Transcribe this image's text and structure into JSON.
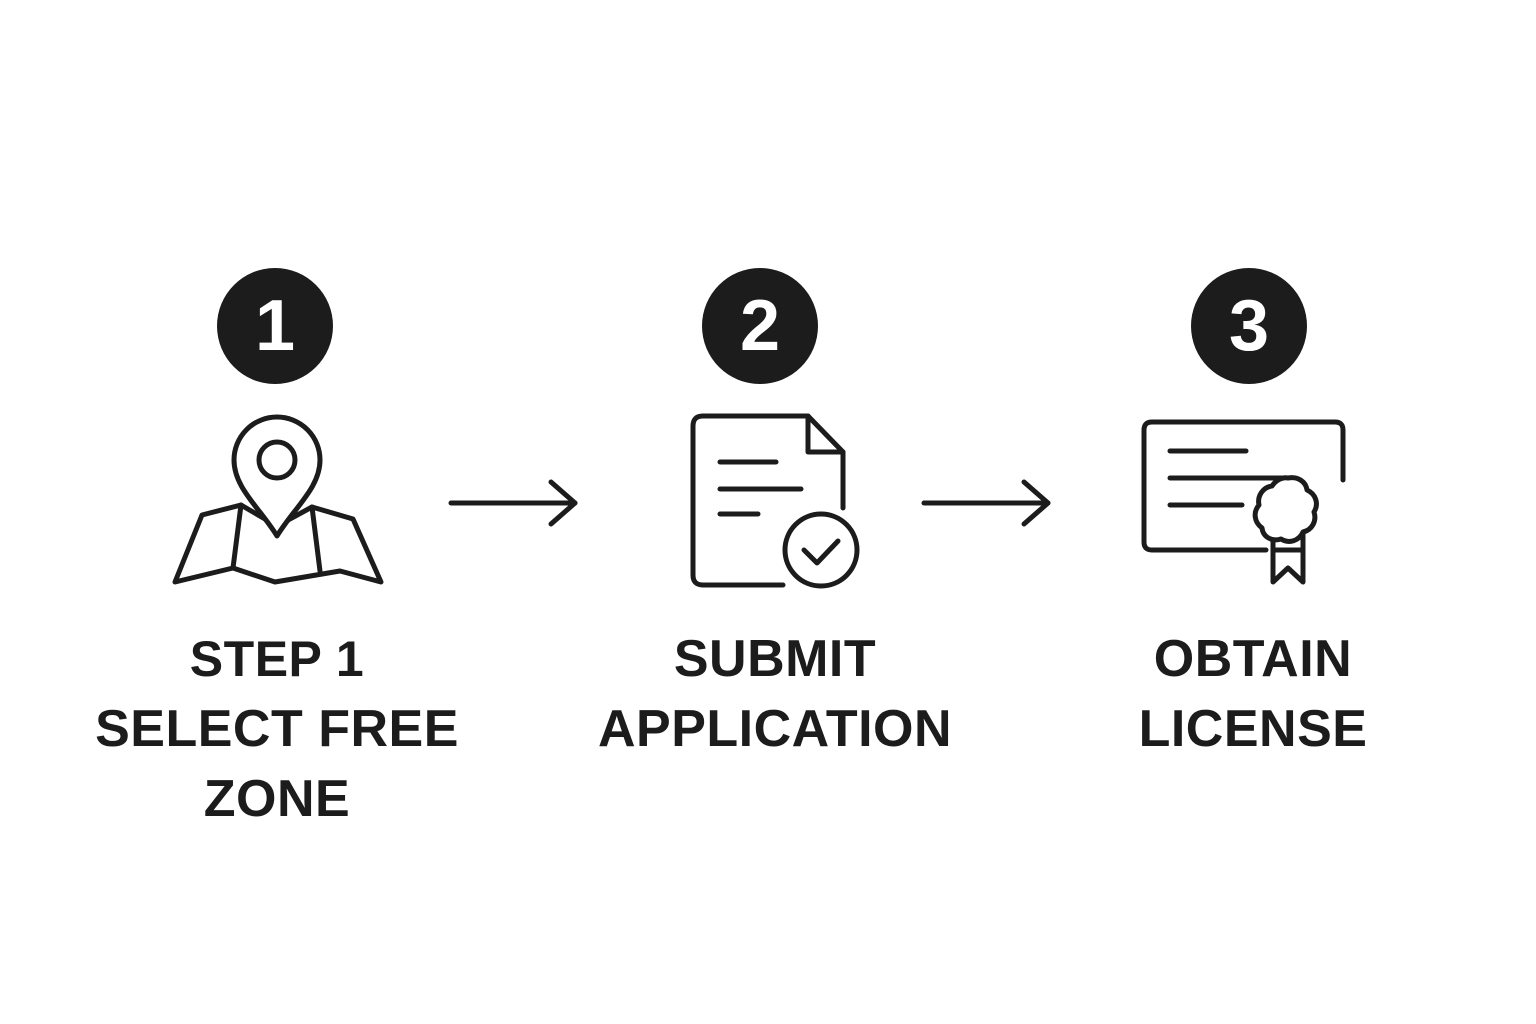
{
  "steps": [
    {
      "number": "1",
      "icon": "map-pin-icon",
      "label_lines": [
        "STEP 1",
        "SELECT FREE",
        "ZONE"
      ]
    },
    {
      "number": "2",
      "icon": "document-check-icon",
      "label_lines": [
        "SUBMIT",
        "APPLICATION"
      ]
    },
    {
      "number": "3",
      "icon": "certificate-icon",
      "label_lines": [
        "OBTAIN",
        "LICENSE"
      ]
    }
  ],
  "connectors": [
    "arrow-right-icon",
    "arrow-right-icon"
  ],
  "colors": {
    "ink": "#1c1c1c",
    "background": "#ffffff",
    "badge_text": "#ffffff"
  }
}
